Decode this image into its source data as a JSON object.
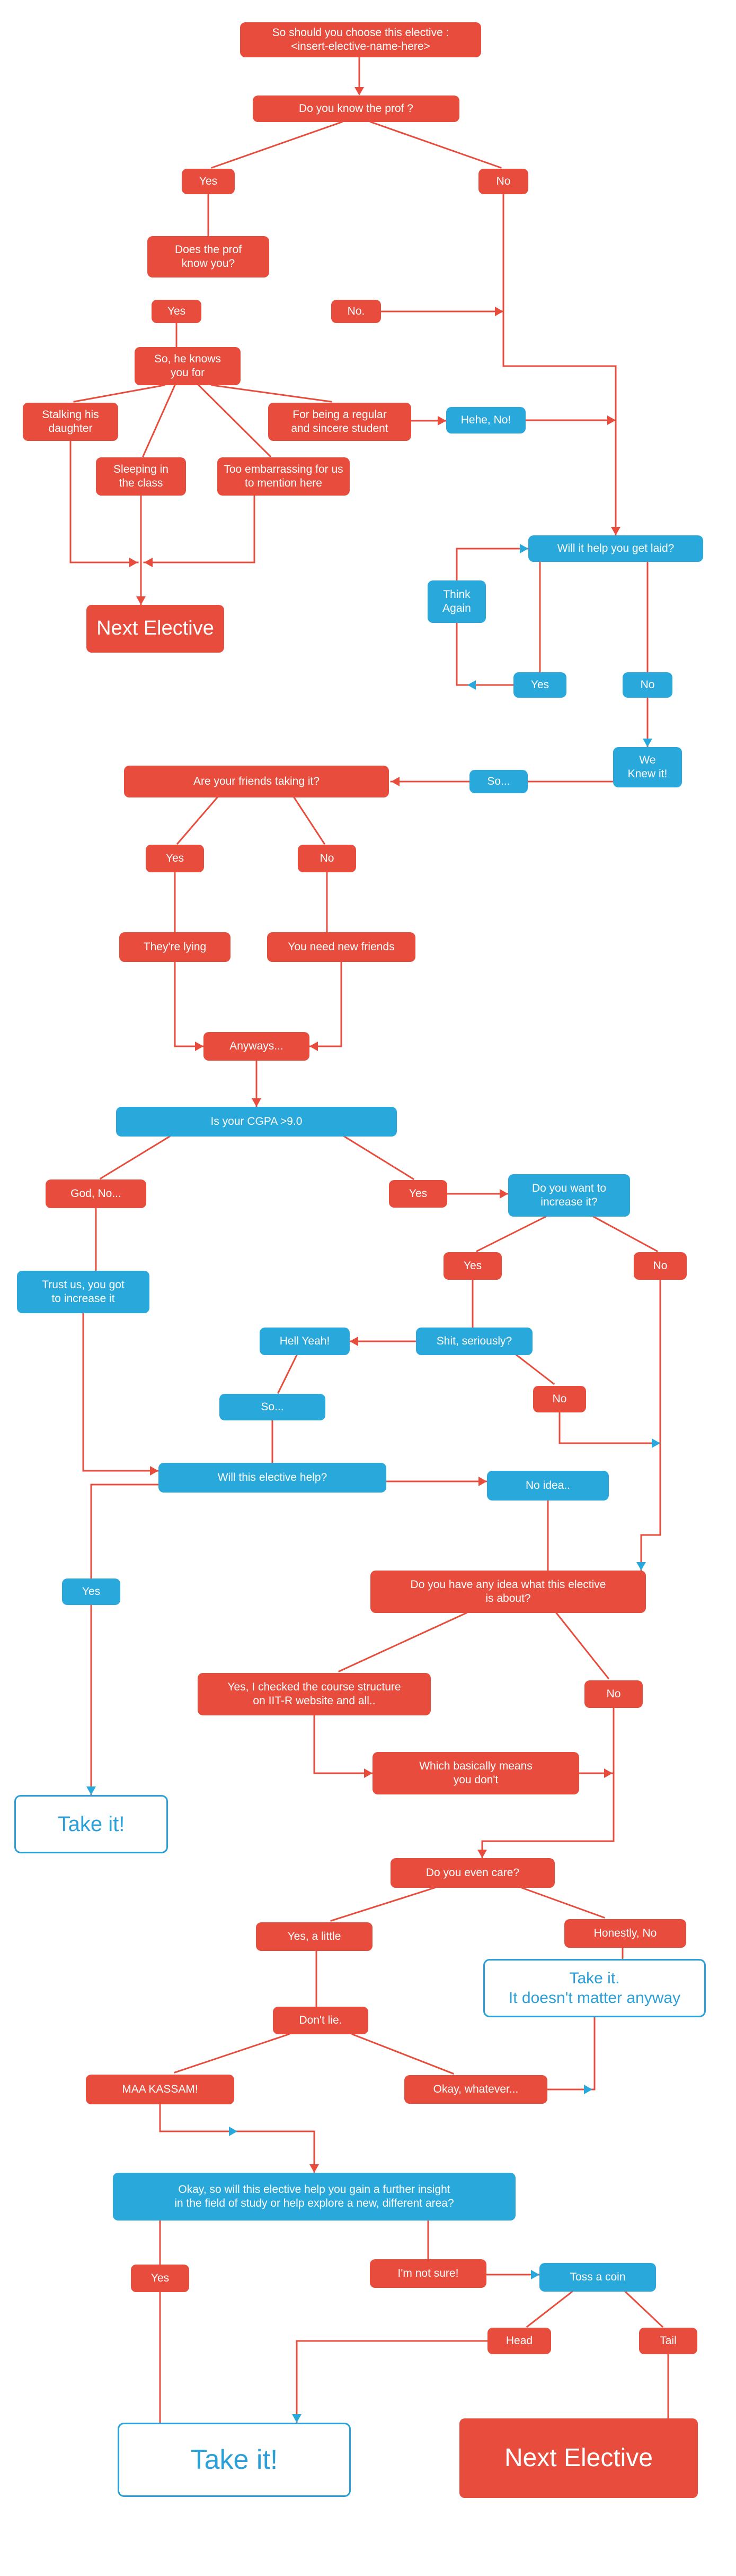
{
  "title": "Elective choice flowchart",
  "colors": {
    "red": "#e74c3c",
    "blue": "#29a8dc",
    "outline_border": "#2a9fd8",
    "line": "#e74c3c",
    "background": "#ffffff"
  },
  "nodes": {
    "start": "So should you choose this elective :\n<insert-elective-name-here>",
    "know_prof": "Do you know the prof ?",
    "yes1": "Yes",
    "no1": "No",
    "prof_know_you": "Does the prof\nknow you?",
    "yes2": "Yes",
    "no2": "No.",
    "knows_you_for": "So, he knows\nyou for",
    "stalking": "Stalking his\ndaughter",
    "regular": "For being a regular\nand sincere student",
    "sleeping": "Sleeping in\nthe class",
    "embarrassing": "Too embarrassing for us\nto mention here",
    "hehe_no": "Hehe, No!",
    "next_elective_1": "Next Elective",
    "laid": "Will it help you get laid?",
    "think_again": "Think\nAgain",
    "yes3": "Yes",
    "no3": "No",
    "we_knew_it": "We\nKnew it!",
    "so1": "So...",
    "friends": "Are your friends taking it?",
    "yes4": "Yes",
    "no4": "No",
    "lying": "They're lying",
    "new_friends": "You need new friends",
    "anyways": "Anyways...",
    "cgpa": "Is your CGPA >9.0",
    "god_no": "God, No...",
    "yes5": "Yes",
    "increase": "Do you want to\nincrease it?",
    "trust_us": "Trust us, you got\nto increase it",
    "yes6": "Yes",
    "no5": "No",
    "hell_yeah": "Hell Yeah!",
    "shit_seriously": "Shit, seriously?",
    "no6": "No",
    "so2": "So...",
    "elective_help": "Will this elective help?",
    "no_idea": "No idea..",
    "yes7": "Yes",
    "any_idea": "Do you have any idea what this elective\nis about?",
    "checked": "Yes, I checked the course structure\non IIT-R website and all..",
    "no7": "No",
    "basically": "Which basically means\nyou don't",
    "take_it_1": "Take it!",
    "care": "Do you even care?",
    "yes_a_little": "Yes, a little",
    "honestly_no": "Honestly, No",
    "dont_lie": "Don't lie.",
    "take_it_2": "Take it.\nIt doesn't matter anyway",
    "maa_kassam": "MAA KASSAM!",
    "okay_whatever": "Okay, whatever...",
    "insight": "Okay, so will this elective help you gain a further insight\nin the field of study or help explore a new,  different area?",
    "yes8": "Yes",
    "not_sure": "I'm not sure!",
    "toss_coin": "Toss a coin",
    "head": "Head",
    "tail": "Tail",
    "take_it_3": "Take it!",
    "next_elective_2": "Next Elective"
  }
}
